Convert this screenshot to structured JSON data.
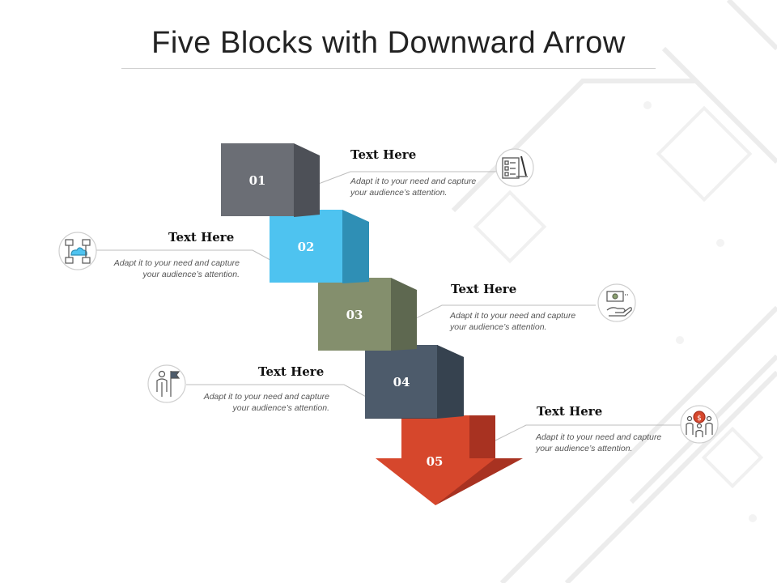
{
  "title": "Five Blocks with Downward Arrow",
  "colors": {
    "block_01": "#6b6e75",
    "block_02": "#4ec3f0",
    "block_03": "#848f6d",
    "block_04": "#4d5b6b",
    "block_05": "#d6472c"
  },
  "steps": [
    {
      "number": "01",
      "heading": "Text Here",
      "body_line1": "Adapt it to your need and capture",
      "body_line2": "your audience’s attention.",
      "icon": "checklist-pencil-icon"
    },
    {
      "number": "02",
      "heading": "Text Here",
      "body_line1": "Adapt it to your need and capture",
      "body_line2": "your audience’s attention.",
      "icon": "cloud-network-icon"
    },
    {
      "number": "03",
      "heading": "Text Here",
      "body_line1": "Adapt it to your need and capture",
      "body_line2": "your audience’s attention.",
      "icon": "money-hand-icon"
    },
    {
      "number": "04",
      "heading": "Text Here",
      "body_line1": "Adapt it to your need and capture",
      "body_line2": "your audience’s attention.",
      "icon": "person-flag-icon"
    },
    {
      "number": "05",
      "heading": "Text Here",
      "body_line1": "Adapt it to your need and capture",
      "body_line2": "your audience’s attention.",
      "icon": "team-dollar-icon"
    }
  ]
}
